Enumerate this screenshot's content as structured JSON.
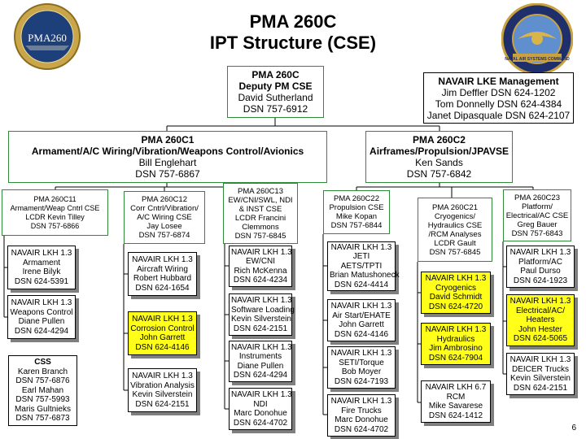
{
  "title": {
    "line1": "PMA 260C",
    "line2": "IPT Structure (CSE)"
  },
  "logos": {
    "left_text": "PMA260",
    "right_text": "NAVAL AIR SYSTEMS COMMAND"
  },
  "page_number": "6",
  "boxes": {
    "top": {
      "l1": "PMA 260C",
      "l2": "Deputy PM CSE",
      "l3": "David Sutherland",
      "l4": "DSN 757-6912"
    },
    "lke": {
      "l1": "NAVAIR LKE Management",
      "l2": "Jim Deffler DSN 624-1202",
      "l3": "Tom Donnelly DSN 624-4384",
      "l4": "Janet Dipasquale DSN 624-2107"
    },
    "c1": {
      "l1": "PMA 260C1",
      "l2": "Armament/A/C Wiring/Vibration/Weapons Control/Avionics",
      "l3": "Bill Englehart",
      "l4": "DSN 757-6867"
    },
    "c2": {
      "l1": "PMA 260C2",
      "l2": "Airframes/Propulsion/JPAVSE",
      "l3": "Ken Sands",
      "l4": "DSN 757-6842"
    },
    "c11": {
      "l1": "PMA 260C11",
      "l2": "Armament/Weap Cntrl CSE",
      "l3": "LCDR Kevin Tilley",
      "l4": "DSN 757-6866"
    },
    "c12": {
      "l1": "PMA 260C12",
      "l2": "Corr Cntrl/Vibration/",
      "l3": "A/C Wiring CSE",
      "l4": "Jay Losee",
      "l5": "DSN 757-6874"
    },
    "c13": {
      "l1": "PMA 260C13",
      "l2": "EW/CNI/SWL, NDI",
      "l3": "& INST CSE",
      "l4": "LCDR Francini",
      "l5": "Clemmons",
      "l6": "DSN 757-6845"
    },
    "c22": {
      "l1": "PMA 260C22",
      "l2": "Propulsion CSE",
      "l3": "Mike Kopan",
      "l4": "DSN 757-6844"
    },
    "c21": {
      "l1": "PMA 260C21",
      "l2": "Cryogenics/",
      "l3": "Hydraulics CSE",
      "l4": "/RCM Analyses",
      "l5": "LCDR Gault",
      "l6": "DSN 757-6845"
    },
    "c23": {
      "l1": "PMA 260C23",
      "l2": "Platform/",
      "l3": "Electrical/AC CSE",
      "l4": "Greg Bauer",
      "l5": "DSN 757-6843"
    },
    "a1": {
      "l1": "NAVAIR LKH 1.3",
      "l2": "Armament",
      "l3": "Irene Bilyk",
      "l4": "DSN 624-5391"
    },
    "a2": {
      "l1": "NAVAIR LKH 1.3",
      "l2": "Weapons Control",
      "l3": "Diane Pullen",
      "l4": "DSN 624-4294"
    },
    "css": {
      "l1": "CSS",
      "l2": "Karen Branch",
      "l3": "DSN 757-6876",
      "l4": "Earl Mahan",
      "l5": "DSN 757-5993",
      "l6": "Maris Gultnieks",
      "l7": "DSN 757-6873"
    },
    "b1": {
      "l1": "NAVAIR LKH 1.3",
      "l2": "Aircraft Wiring",
      "l3": "Robert Hubbard",
      "l4": "DSN 624-1654"
    },
    "b2": {
      "l1": "NAVAIR LKH 1.3",
      "l2": "Corrosion Control",
      "l3": "John Garrett",
      "l4": "DSN 624-4146"
    },
    "b3": {
      "l1": "NAVAIR LKH 1.3",
      "l2": "Vibration Analysis",
      "l3": "Kevin Silverstein",
      "l4": "DSN 624-2151"
    },
    "d1": {
      "l1": "NAVAIR LKH 1.3",
      "l2": "EW/CNI",
      "l3": "Rich McKenna",
      "l4": "DSN 624-4234"
    },
    "d2": {
      "l1": "NAVAIR LKH 1.3",
      "l2": "Software Loading",
      "l3": "Kevin Silverstein",
      "l4": "DSN 624-2151"
    },
    "d3": {
      "l1": "NAVAIR LKH 1.3",
      "l2": "Instruments",
      "l3": "Diane Pullen",
      "l4": "DSN 624-4294"
    },
    "d4": {
      "l1": "NAVAIR LKH 1.3",
      "l2": "NDI",
      "l3": "Marc Donohue",
      "l4": "DSN 624-4702"
    },
    "e1": {
      "l1": "NAVAIR LKH 1.3",
      "l2": "JETI",
      "l3": "AETS/TPTI",
      "l4": "Brian Matushoneck",
      "l5": "DSN 624-4414"
    },
    "e2": {
      "l1": "NAVAIR LKH 1.3",
      "l2": "Air Start/EHATE",
      "l3": "John Garrett",
      "l4": "DSN 624-4146"
    },
    "e3": {
      "l1": "NAVAIR LKH 1.3",
      "l2": "SETI/Torque",
      "l3": "Bob Moyer",
      "l4": "DSN 624-7193"
    },
    "e4": {
      "l1": "NAVAIR LKH 1.3",
      "l2": "Fire Trucks",
      "l3": "Marc Donohue",
      "l4": "DSN 624-4702"
    },
    "f1": {
      "l1": "NAVAIR LKH 1.3",
      "l2": "Cryogenics",
      "l3": "David Schmidt",
      "l4": "DSN 624-4720"
    },
    "f2": {
      "l1": "NAVAIR LKH 1.3",
      "l2": "Hydraulics",
      "l3": "Jim Ambrosino",
      "l4": "DSN 624-7904"
    },
    "f3": {
      "l1": "NAVAIR LKH 6.7",
      "l2": "RCM",
      "l3": "Mike Savarese",
      "l4": "DSN 624-1412"
    },
    "g1": {
      "l1": "NAVAIR LKH 1.3",
      "l2": "Platform/AC",
      "l3": "Paul Durso",
      "l4": "DSN 624-1923"
    },
    "g2": {
      "l1": "NAVAIR LKH 1.3",
      "l2": "Electrical/AC/",
      "l3": "Heaters",
      "l4": "John Hester",
      "l5": "DSN 624-5065"
    },
    "g3": {
      "l1": "NAVAIR LKH 1.3",
      "l2": "DEICER Trucks",
      "l3": "Kevin Silverstein",
      "l4": "DSN 624-2151"
    }
  }
}
